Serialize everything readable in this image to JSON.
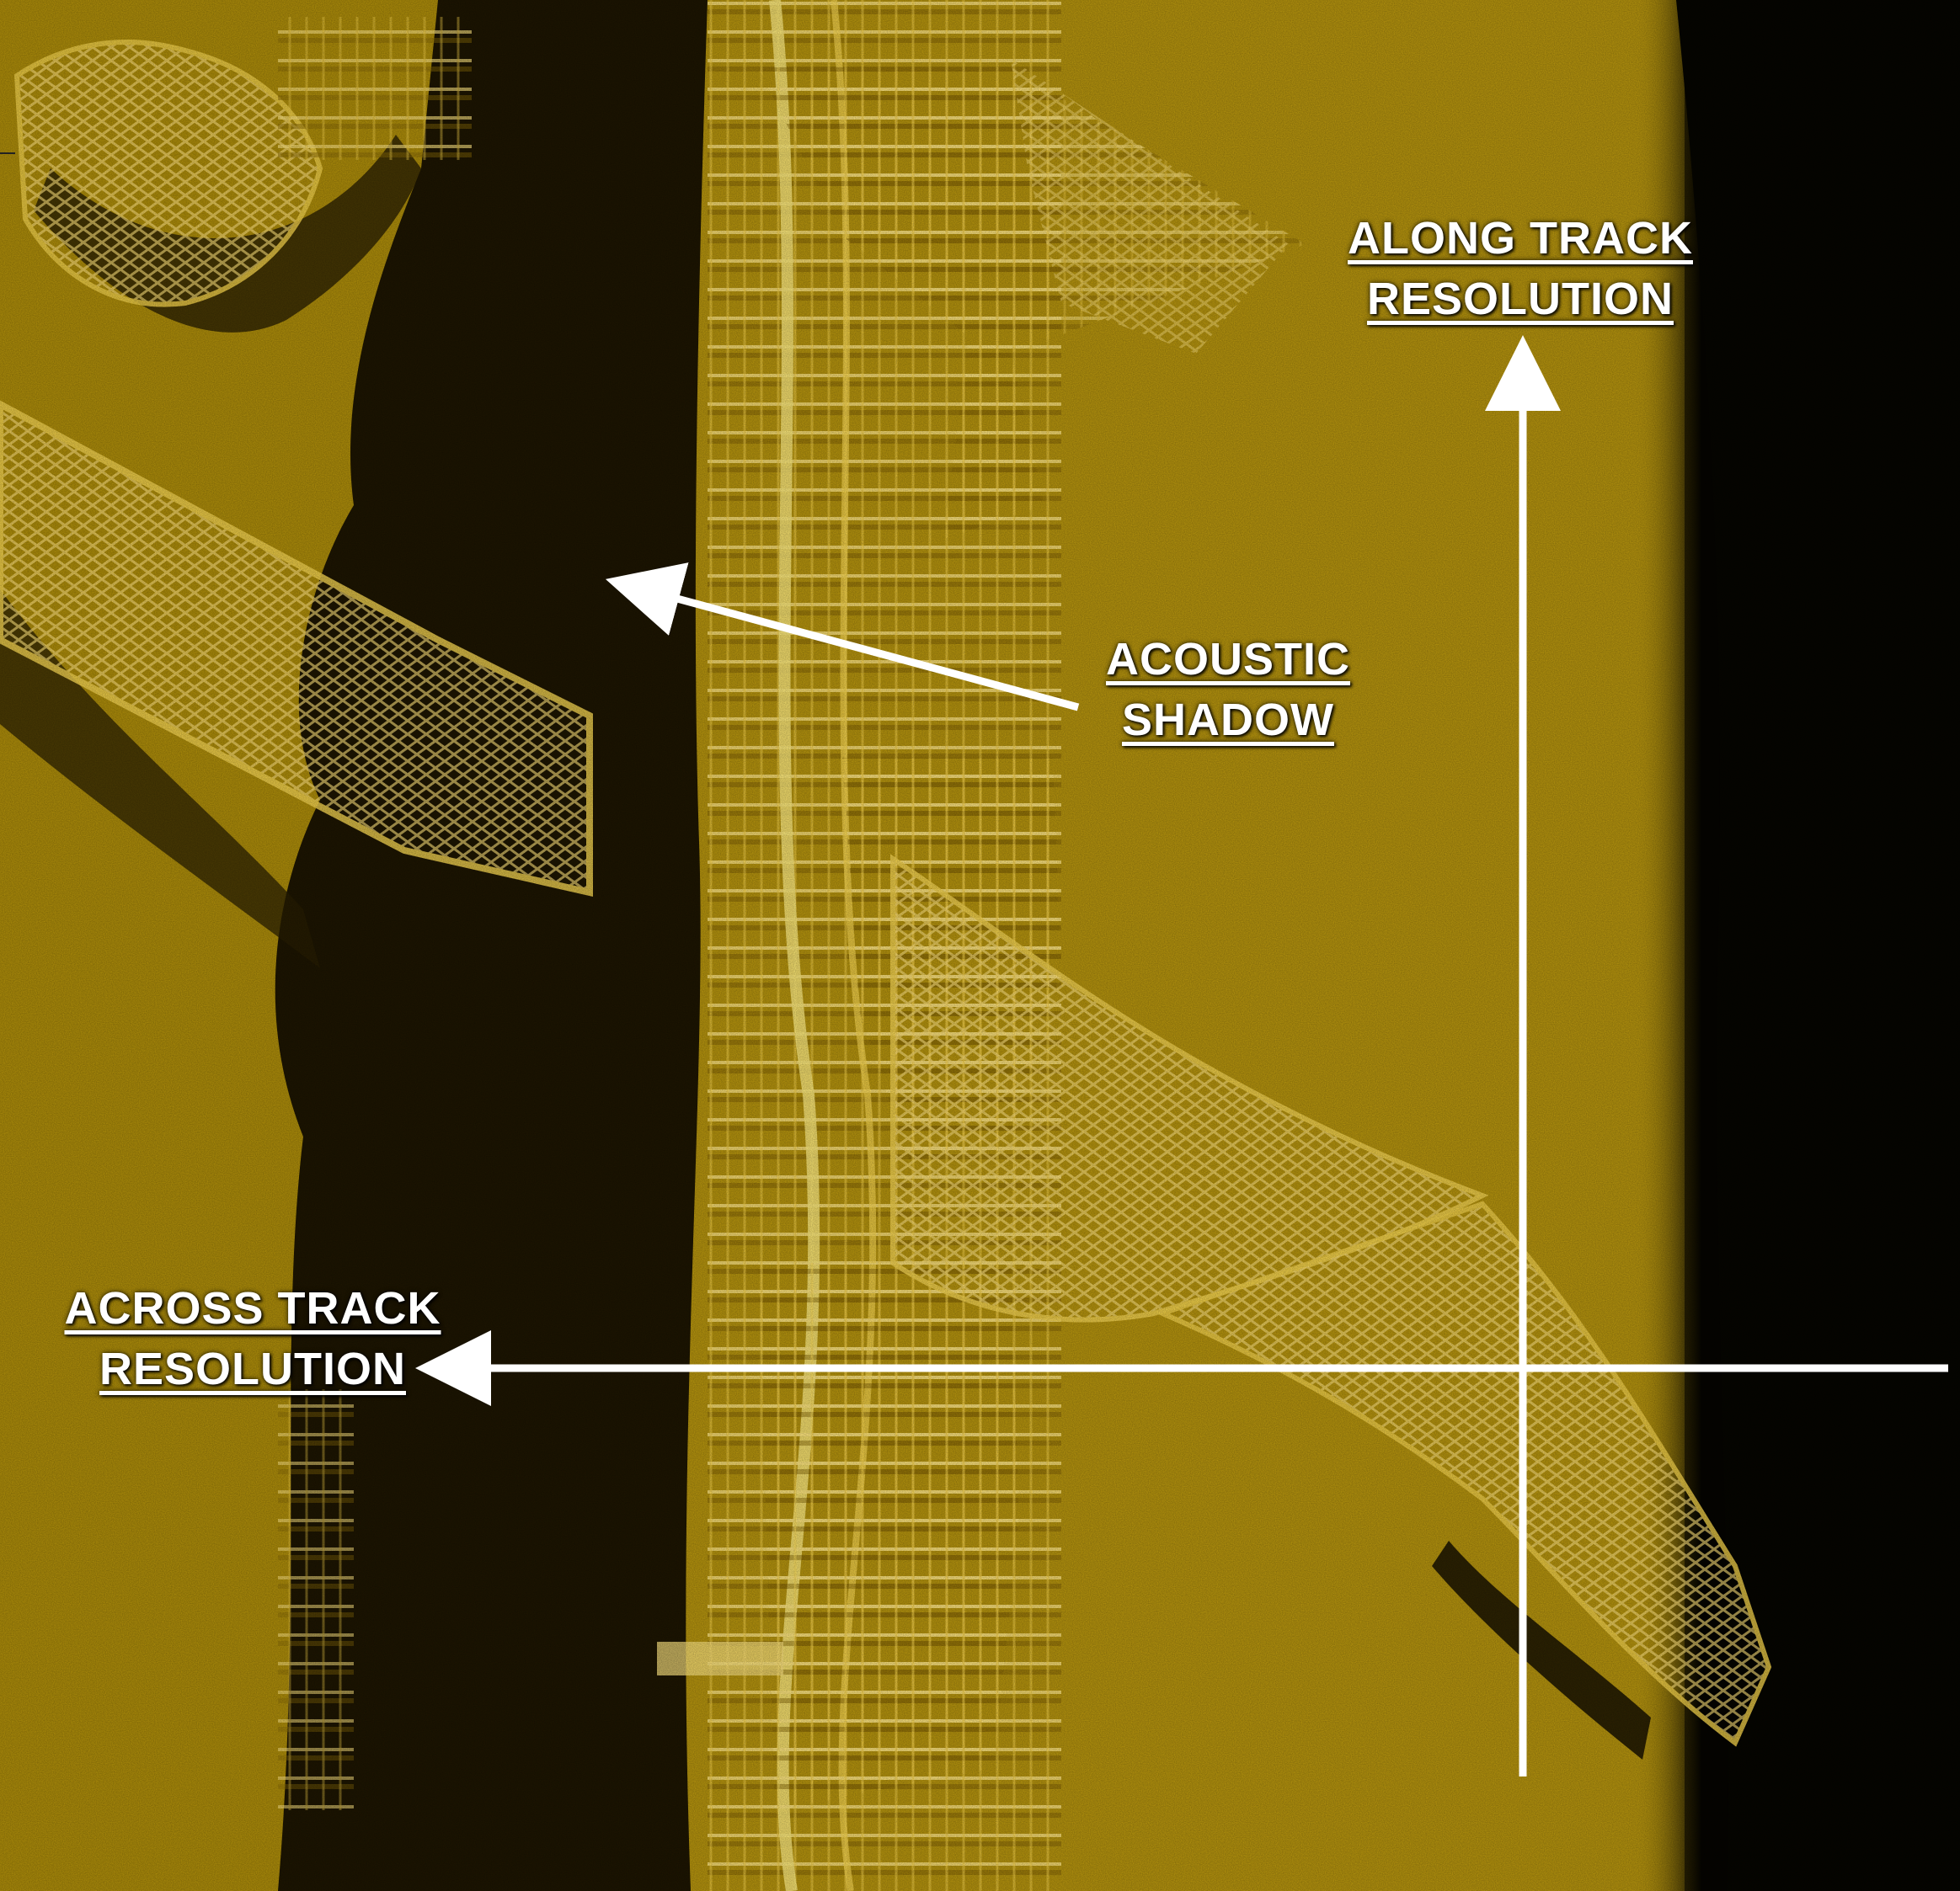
{
  "labels": {
    "along_track": {
      "line1": "ALONG TRACK",
      "line2": "RESOLUTION"
    },
    "acoustic_shadow": {
      "line1": "ACOUSTIC",
      "line2": "SHADOW"
    },
    "across_track": {
      "line1": "ACROSS TRACK",
      "line2": "RESOLUTION"
    }
  },
  "colors": {
    "seabed": "#b8960f",
    "seabed_dark": "#6e5606",
    "return_bright": "#fde468",
    "shadow": "#1e1602",
    "water_column": "#050400",
    "annotation": "#ffffff"
  }
}
